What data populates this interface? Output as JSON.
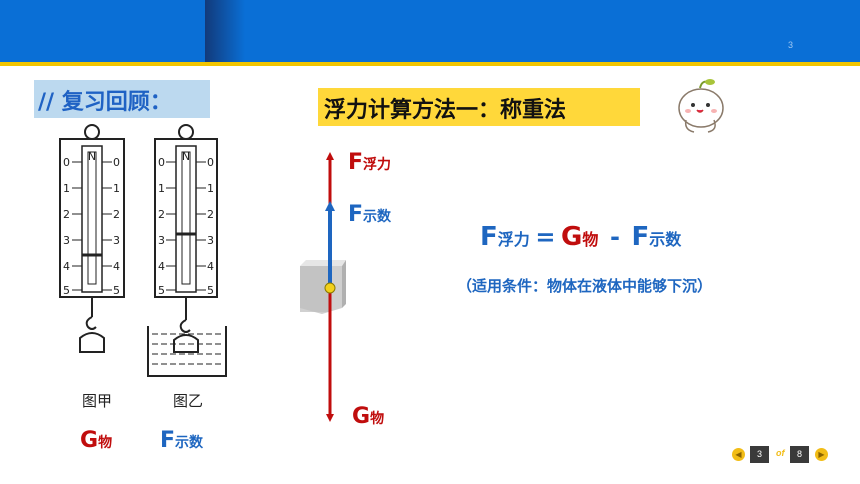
{
  "header": {
    "slide_number": "3"
  },
  "review": {
    "title": "// 复习回顾："
  },
  "method": {
    "title": "浮力计算方法一：称重法"
  },
  "figures": {
    "caption_left": "图甲",
    "caption_right": "图乙",
    "scale_unit": "N",
    "scale_ticks": [
      "0",
      "1",
      "2",
      "3",
      "4",
      "5"
    ],
    "label_left_main": "G",
    "label_left_sub": "物",
    "label_right_main": "F",
    "label_right_sub": "示数"
  },
  "diagram": {
    "buoyancy_main": "F",
    "buoyancy_sub": "浮力",
    "reading_main": "F",
    "reading_sub": "示数",
    "gravity_main": "G",
    "gravity_sub": "物"
  },
  "formula": {
    "lhs_main": "F",
    "lhs_sub": "浮力",
    "equals": "=",
    "g_main": "G",
    "g_sub": "物",
    "minus": "-",
    "f_main": "F",
    "f_sub": "示数",
    "condition": "（适用条件：物体在液体中能够下沉）"
  },
  "pager": {
    "current": "3",
    "of": "of",
    "total": "8",
    "prev_icon": "chevron-left-icon",
    "next_icon": "chevron-right-icon"
  },
  "colors": {
    "header_blue": "#0a6fd6",
    "accent_yellow": "#ffd83a",
    "red": "#c00d0d",
    "blue": "#1e66c0"
  }
}
